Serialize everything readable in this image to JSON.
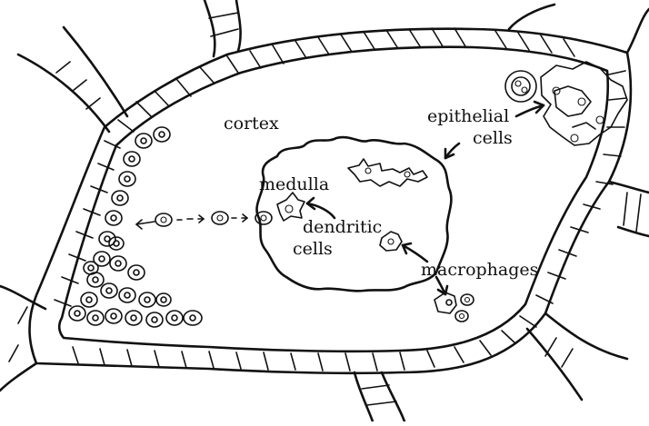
{
  "labels": {
    "cortex": "cortex",
    "epithelial_line1": "epithelial",
    "epithelial_line2": "cells",
    "medulla": "medulla",
    "dendritic_line1": "dendritic",
    "dendritic_line2": "cells",
    "macrophages": "macrophages"
  },
  "colors": {
    "ink": "#111111",
    "background": "#ffffff"
  }
}
